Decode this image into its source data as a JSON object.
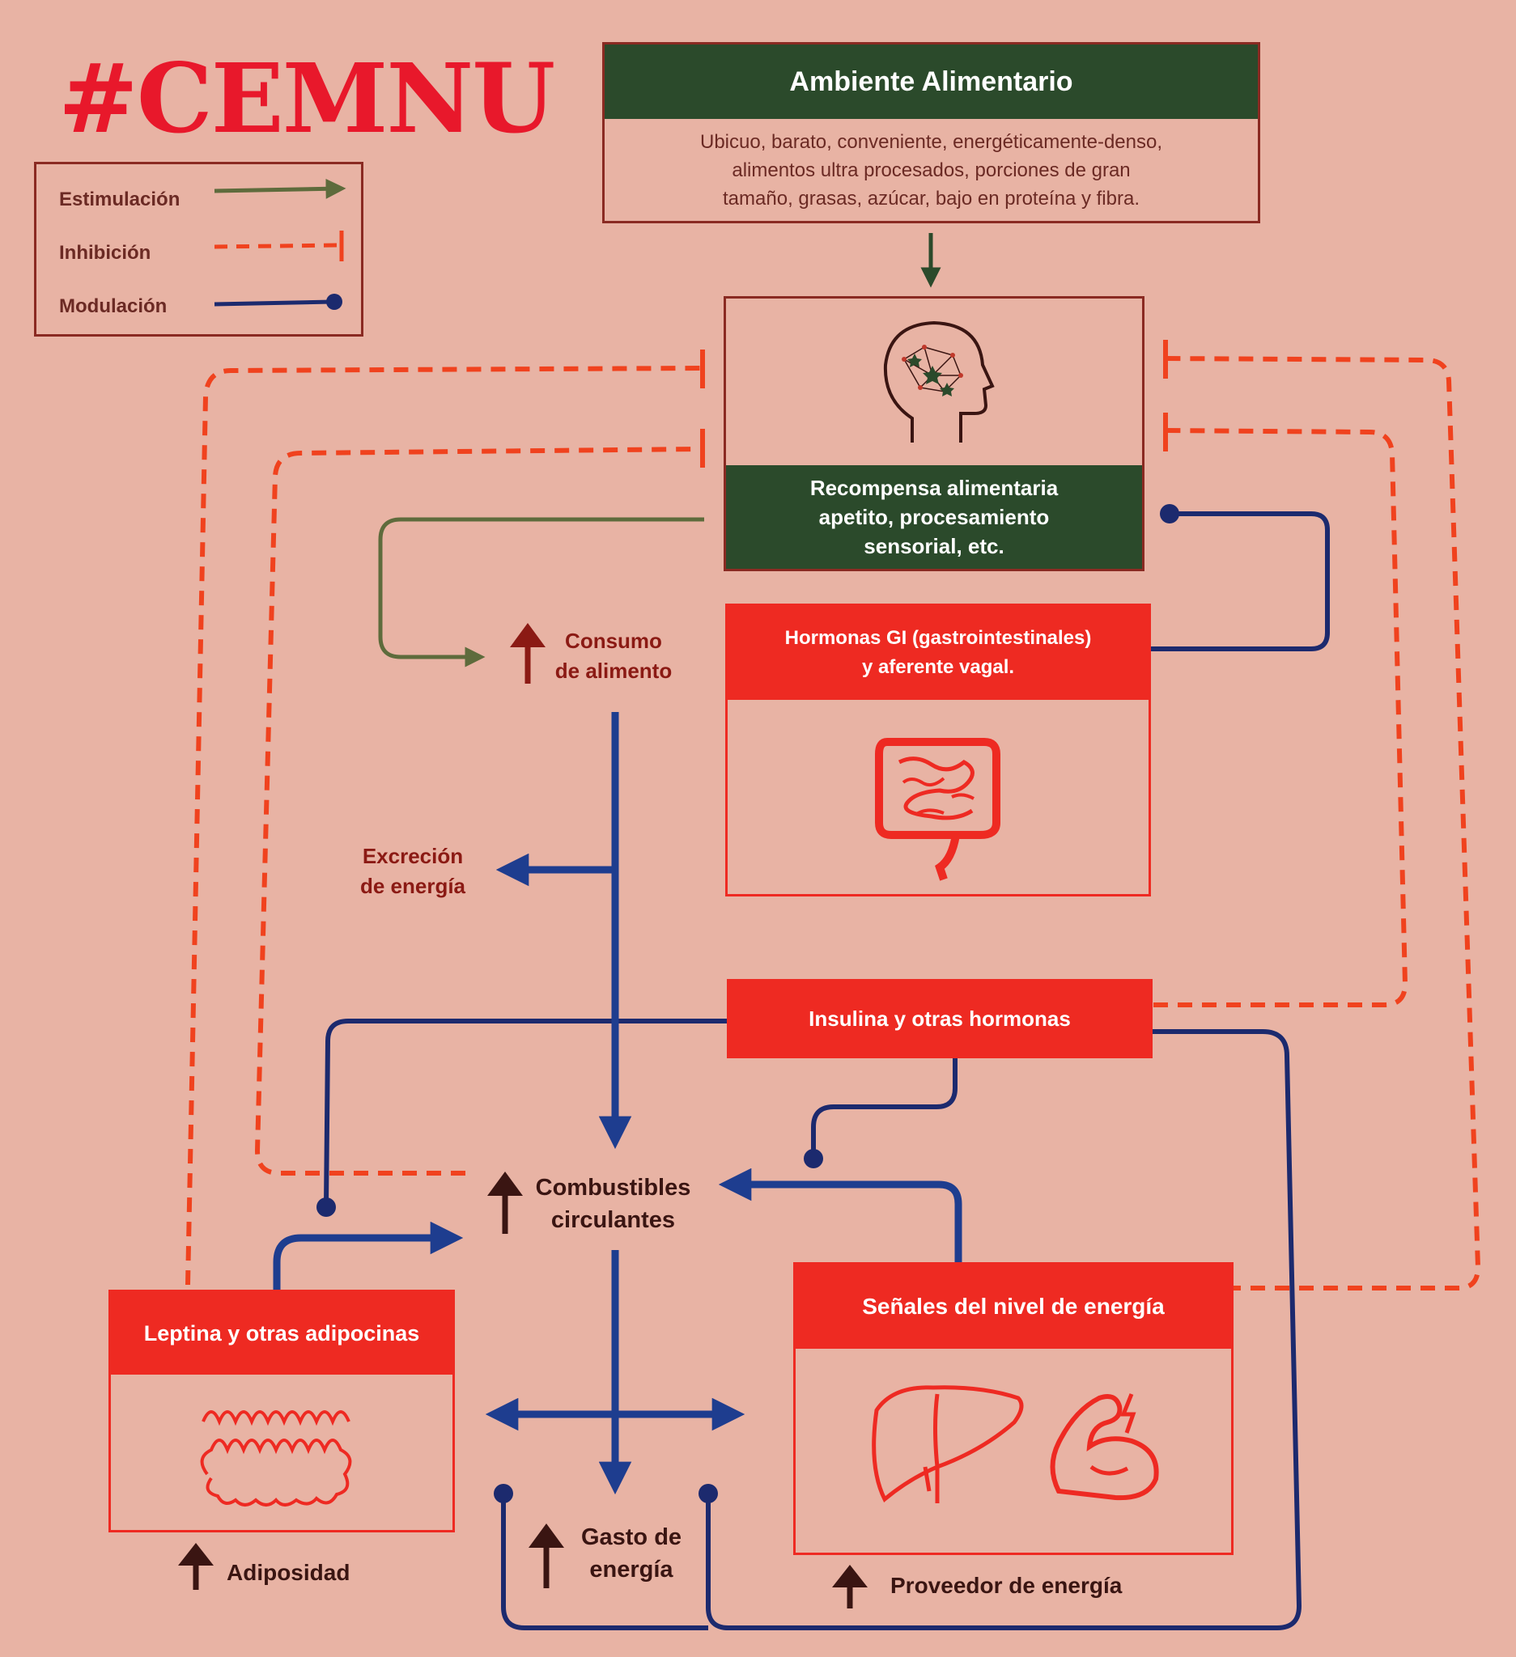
{
  "brand": "#CEMNU",
  "legend": {
    "stimulation": "Estimulación",
    "inhibition": "Inhibición",
    "modulation": "Modulación"
  },
  "colors": {
    "stimulation": "#5e6b3c",
    "inhibition": "#f0421e",
    "modulation": "#1c2a6e",
    "energy_flow": "#1e3d8f",
    "box_red": "#ee2a22",
    "box_green": "#2b4a2b",
    "background": "#e8b3a4",
    "brand": "#e8182b"
  },
  "nodes": {
    "ambient": {
      "title": "Ambiente Alimentario",
      "body": "Ubicuo, barato, conveniente, energéticamente-denso,\nalimentos ultra procesados, porciones de gran\ntamaño, grasas, azúcar, bajo en proteína y fibra."
    },
    "reward": {
      "title": "Recompensa alimentaria\napetito, procesamiento\nsensorial, etc.",
      "icon": "head-brain-icon"
    },
    "gi": {
      "title": "Hormonas GI (gastrointestinales)\ny aferente vagal.",
      "icon": "intestine-icon"
    },
    "insulin": {
      "title": "Insulina y otras hormonas"
    },
    "energy_signals": {
      "title": "Señales del nivel de energía",
      "icons": [
        "liver-icon",
        "muscle-icon"
      ]
    },
    "leptin": {
      "title": "Leptina y otras adipocinas",
      "icon": "adipose-tissue-icon"
    }
  },
  "labels": {
    "food_intake": "Consumo\nde alimento",
    "energy_excretion": "Excreción\nde energía",
    "circulating_fuels": "Combustibles\ncirculantes",
    "energy_expenditure": "Gasto de\nenergía",
    "adiposity": "Adiposidad",
    "energy_provider": "Proveedor de energía"
  }
}
